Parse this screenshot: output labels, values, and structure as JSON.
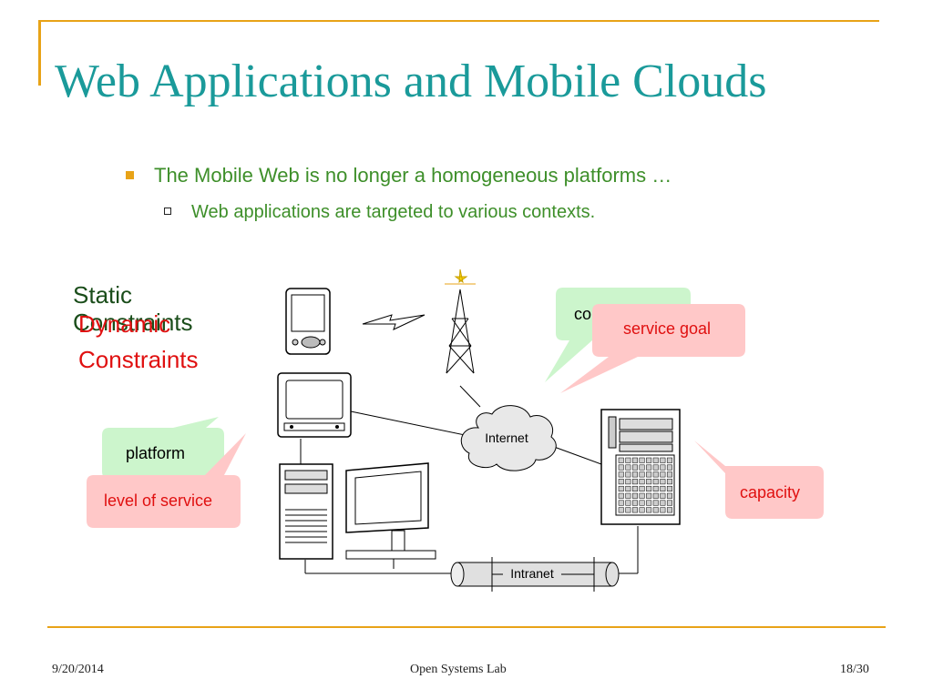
{
  "slide": {
    "title": "Web Applications and Mobile Clouds",
    "bullet_1": "The Mobile Web is no longer a homogeneous platforms …",
    "bullet_2": "Web applications are targeted to various contexts."
  },
  "diagram": {
    "static_line1": "Static",
    "static_line2": "Constraints",
    "dynamic_line1": "Dynamic",
    "dynamic_line2": "Constraints",
    "bubble_platform": "platform",
    "bubble_level_of_service": "level of service",
    "bubble_hidden_partial": "co",
    "bubble_service_goal": "service goal",
    "bubble_capacity": "capacity",
    "cloud_label": "Internet",
    "pipe_label": "Intranet"
  },
  "colors": {
    "title": "#1a9a9a",
    "bullet_text": "#3e8f2a",
    "accent": "#e8a317",
    "static": "#1a4d1a",
    "dynamic": "#e01010",
    "bubble_green": "#ccf5cc",
    "bubble_pink": "#ffc8c8"
  },
  "footer": {
    "date": "9/20/2014",
    "center": "Open Systems Lab",
    "page": "18/30"
  }
}
